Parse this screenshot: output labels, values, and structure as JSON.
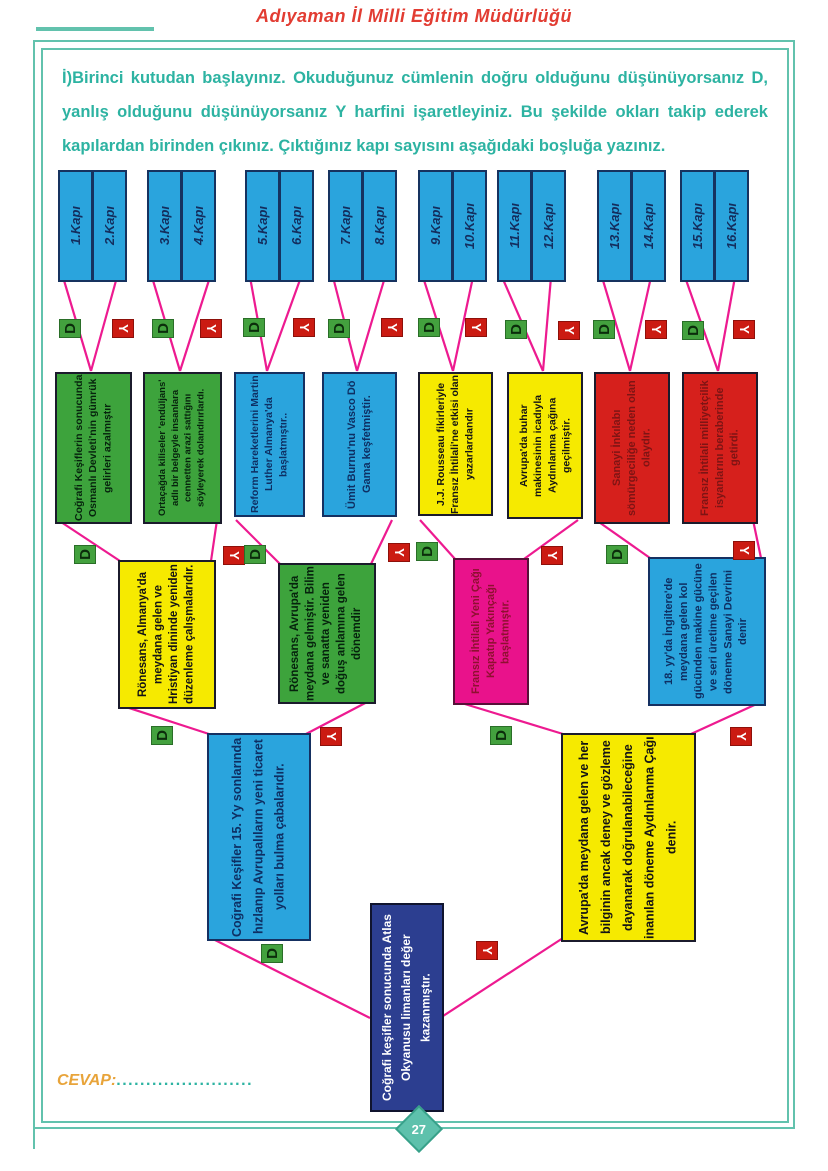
{
  "page": {
    "title": "Adıyaman İl Milli Eğitim Müdürlüğü",
    "page_number": "27",
    "cevap_label": "CEVAP:",
    "cevap_dots": "......................."
  },
  "instructions": "İ)Birinci kutudan başlayınız. Okuduğunuz cümlenin doğru olduğunu düşünüyorsanız D, yanlış olduğunu düşünüyorsanız Y harfini işaretleyiniz. Bu şekilde okları takip ederek kapılardan birinden çıkınız. Çıktığınız kapı sayısını aşağıdaki boşluğa yazınız.",
  "markers": {
    "d_label": "D",
    "y_label": "Y"
  },
  "doors": [
    {
      "label": "1.Kapı"
    },
    {
      "label": "2.Kapı"
    },
    {
      "label": "3.Kapı"
    },
    {
      "label": "4.Kapı"
    },
    {
      "label": "5.Kapı"
    },
    {
      "label": "6.Kapı"
    },
    {
      "label": "7.Kapı"
    },
    {
      "label": "8.Kapı"
    },
    {
      "label": "9.Kapı"
    },
    {
      "label": "10.Kapı"
    },
    {
      "label": "11.Kapı"
    },
    {
      "label": "12.Kapı"
    },
    {
      "label": "13.Kapı"
    },
    {
      "label": "14.Kapı"
    },
    {
      "label": "15.Kapı"
    },
    {
      "label": "16.Kapı"
    }
  ],
  "boxes": {
    "row2": [
      {
        "text": "Coğrafi Keşiflerin sonucunda Osmanlı Devleti'nin gümrük gelirleri azalmıştır",
        "color": "green"
      },
      {
        "text": "Ortaçağda kiliseler 'endüljans' adlı bir belgeyle insanlara cennetten arazi sattığını söyleyerek dolandırırlardı.",
        "color": "green"
      },
      {
        "text": "Reform Hareketlerini Martin Luther Almanya'da başlatmıştır..",
        "color": "cyan"
      },
      {
        "text": "Ümit Burnu'nu Vasco Dö Gama keşfetmiştir.",
        "color": "cyan"
      },
      {
        "text": "J.J. Rousseau fikirleriyle Fransız İhtilali'ne etkisi olan yazarlardandır",
        "color": "yellow"
      },
      {
        "text": "Avrupa'da buhar makinesinin icadıyla Aydınlanma çağına geçilmiştir.",
        "color": "yellow"
      },
      {
        "text": "Sanayi İnkılabı sömürgeciliğe neden olan olaydır.",
        "color": "red"
      },
      {
        "text": "Fransız İhtilali milliyetçilik isyanlarını beraberinde getirdi.",
        "color": "red"
      }
    ],
    "row3": [
      {
        "text": "Rönesans, Almanya'da meydana gelen ve Hristiyan dininde yeniden düzenleme çalışmalarıdır.",
        "color": "yellow"
      },
      {
        "text": "Rönesans, Avrupa'da meydana gelmiştir. Bilim ve sanatta yeniden doğuş anlamına gelen dönemdir",
        "color": "green"
      },
      {
        "text": "Fransız İhtilali Yeni Çağı Kapatıp Yakınçağı başlatmıştır.",
        "color": "magenta"
      },
      {
        "text": "18. yy'da İngiltere'de meydana gelen kol gücünden makine gücüne ve seri üretime geçilen döneme Sanayi Devrimi denir",
        "color": "cyan"
      }
    ],
    "row4": [
      {
        "text": "Coğrafi Keşifler 15. Yy sonlarında hızlanıp Avrupalıların yeni ticaret yolları bulma çabalarıdır.",
        "color": "cyan"
      },
      {
        "text": "Avrupa'da meydana gelen ve her bilginin ancak deney ve gözleme dayanarak doğrulanabileceğine inanılan döneme Aydınlanma Çağı denir.",
        "color": "yellow"
      }
    ],
    "start": {
      "text": "Coğrafi keşifler sonucunda Atlas Okyanusu limanları değer kazanmıştır.",
      "color": "navy"
    }
  },
  "colors": {
    "door_fill": "#2aa4dd",
    "green_box": "#3da33c",
    "yellow_box": "#f6ea00",
    "red_box": "#d6201c",
    "magenta_box": "#e9128b",
    "navy_box": "#2c3e90",
    "line_pink": "#ed1a90",
    "frame_teal": "#62c2ad",
    "instruction_teal": "#2db3a2",
    "title_red": "#e23c32",
    "d_marker": "#43a13e",
    "y_marker": "#cb1b12",
    "cevap_orange": "#e8a43a"
  }
}
